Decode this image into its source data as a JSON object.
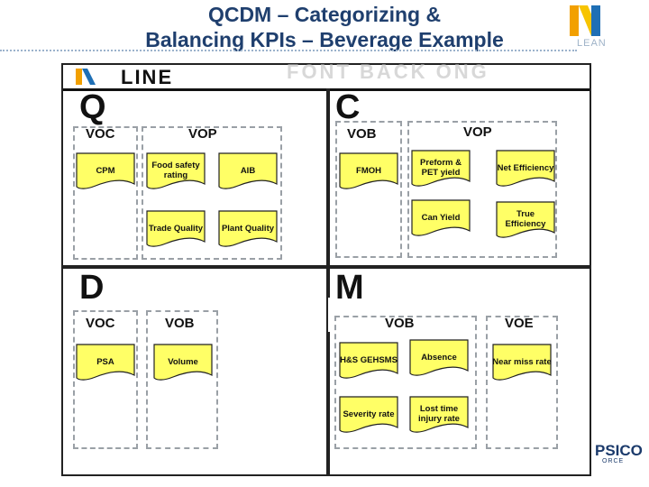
{
  "title": {
    "line1": "QCDM – Categorizing &",
    "line2": "Balancing KPIs – Beverage Example"
  },
  "logos": {
    "lean_text": "LEAN",
    "pepsico_text": "PSICO",
    "pepsico_sub": "ORCE"
  },
  "board": {
    "header_label": "LINE",
    "header_ghost_text": "FONT BACK ONG",
    "quadrants": {
      "q": {
        "letter": "Q"
      },
      "c": {
        "letter": "C"
      },
      "d": {
        "letter": "D"
      },
      "m": {
        "letter": "M"
      }
    },
    "groups": {
      "q_voc": "VOC",
      "q_vop": "VOP",
      "c_vob": "VOB",
      "c_vop": "VOP",
      "d_voc": "VOC",
      "d_vob": "VOB",
      "m_vob": "VOB",
      "m_voe": "VOE"
    },
    "kpis": {
      "cpm": "CPM",
      "food_safety": "Food safety rating",
      "aib": "AIB",
      "trade_quality": "Trade Quality",
      "plant_quality": "Plant Quality",
      "fmoh": "FMOH",
      "preform": "Preform & PET yield",
      "net_eff": "Net Efficiency",
      "can_yield": "Can Yield",
      "true_eff": "True Efficiency",
      "psa": "PSA",
      "volume": "Volume",
      "hs": "H&S GEHSMS",
      "absence": "Absence",
      "severity": "Severity rate",
      "lost_time": "Lost time injury rate",
      "near_miss": "Near miss rate"
    }
  },
  "colors": {
    "card_fill": "#ffff66",
    "title": "#1f3f6e",
    "dash": "#9aa0a6"
  }
}
